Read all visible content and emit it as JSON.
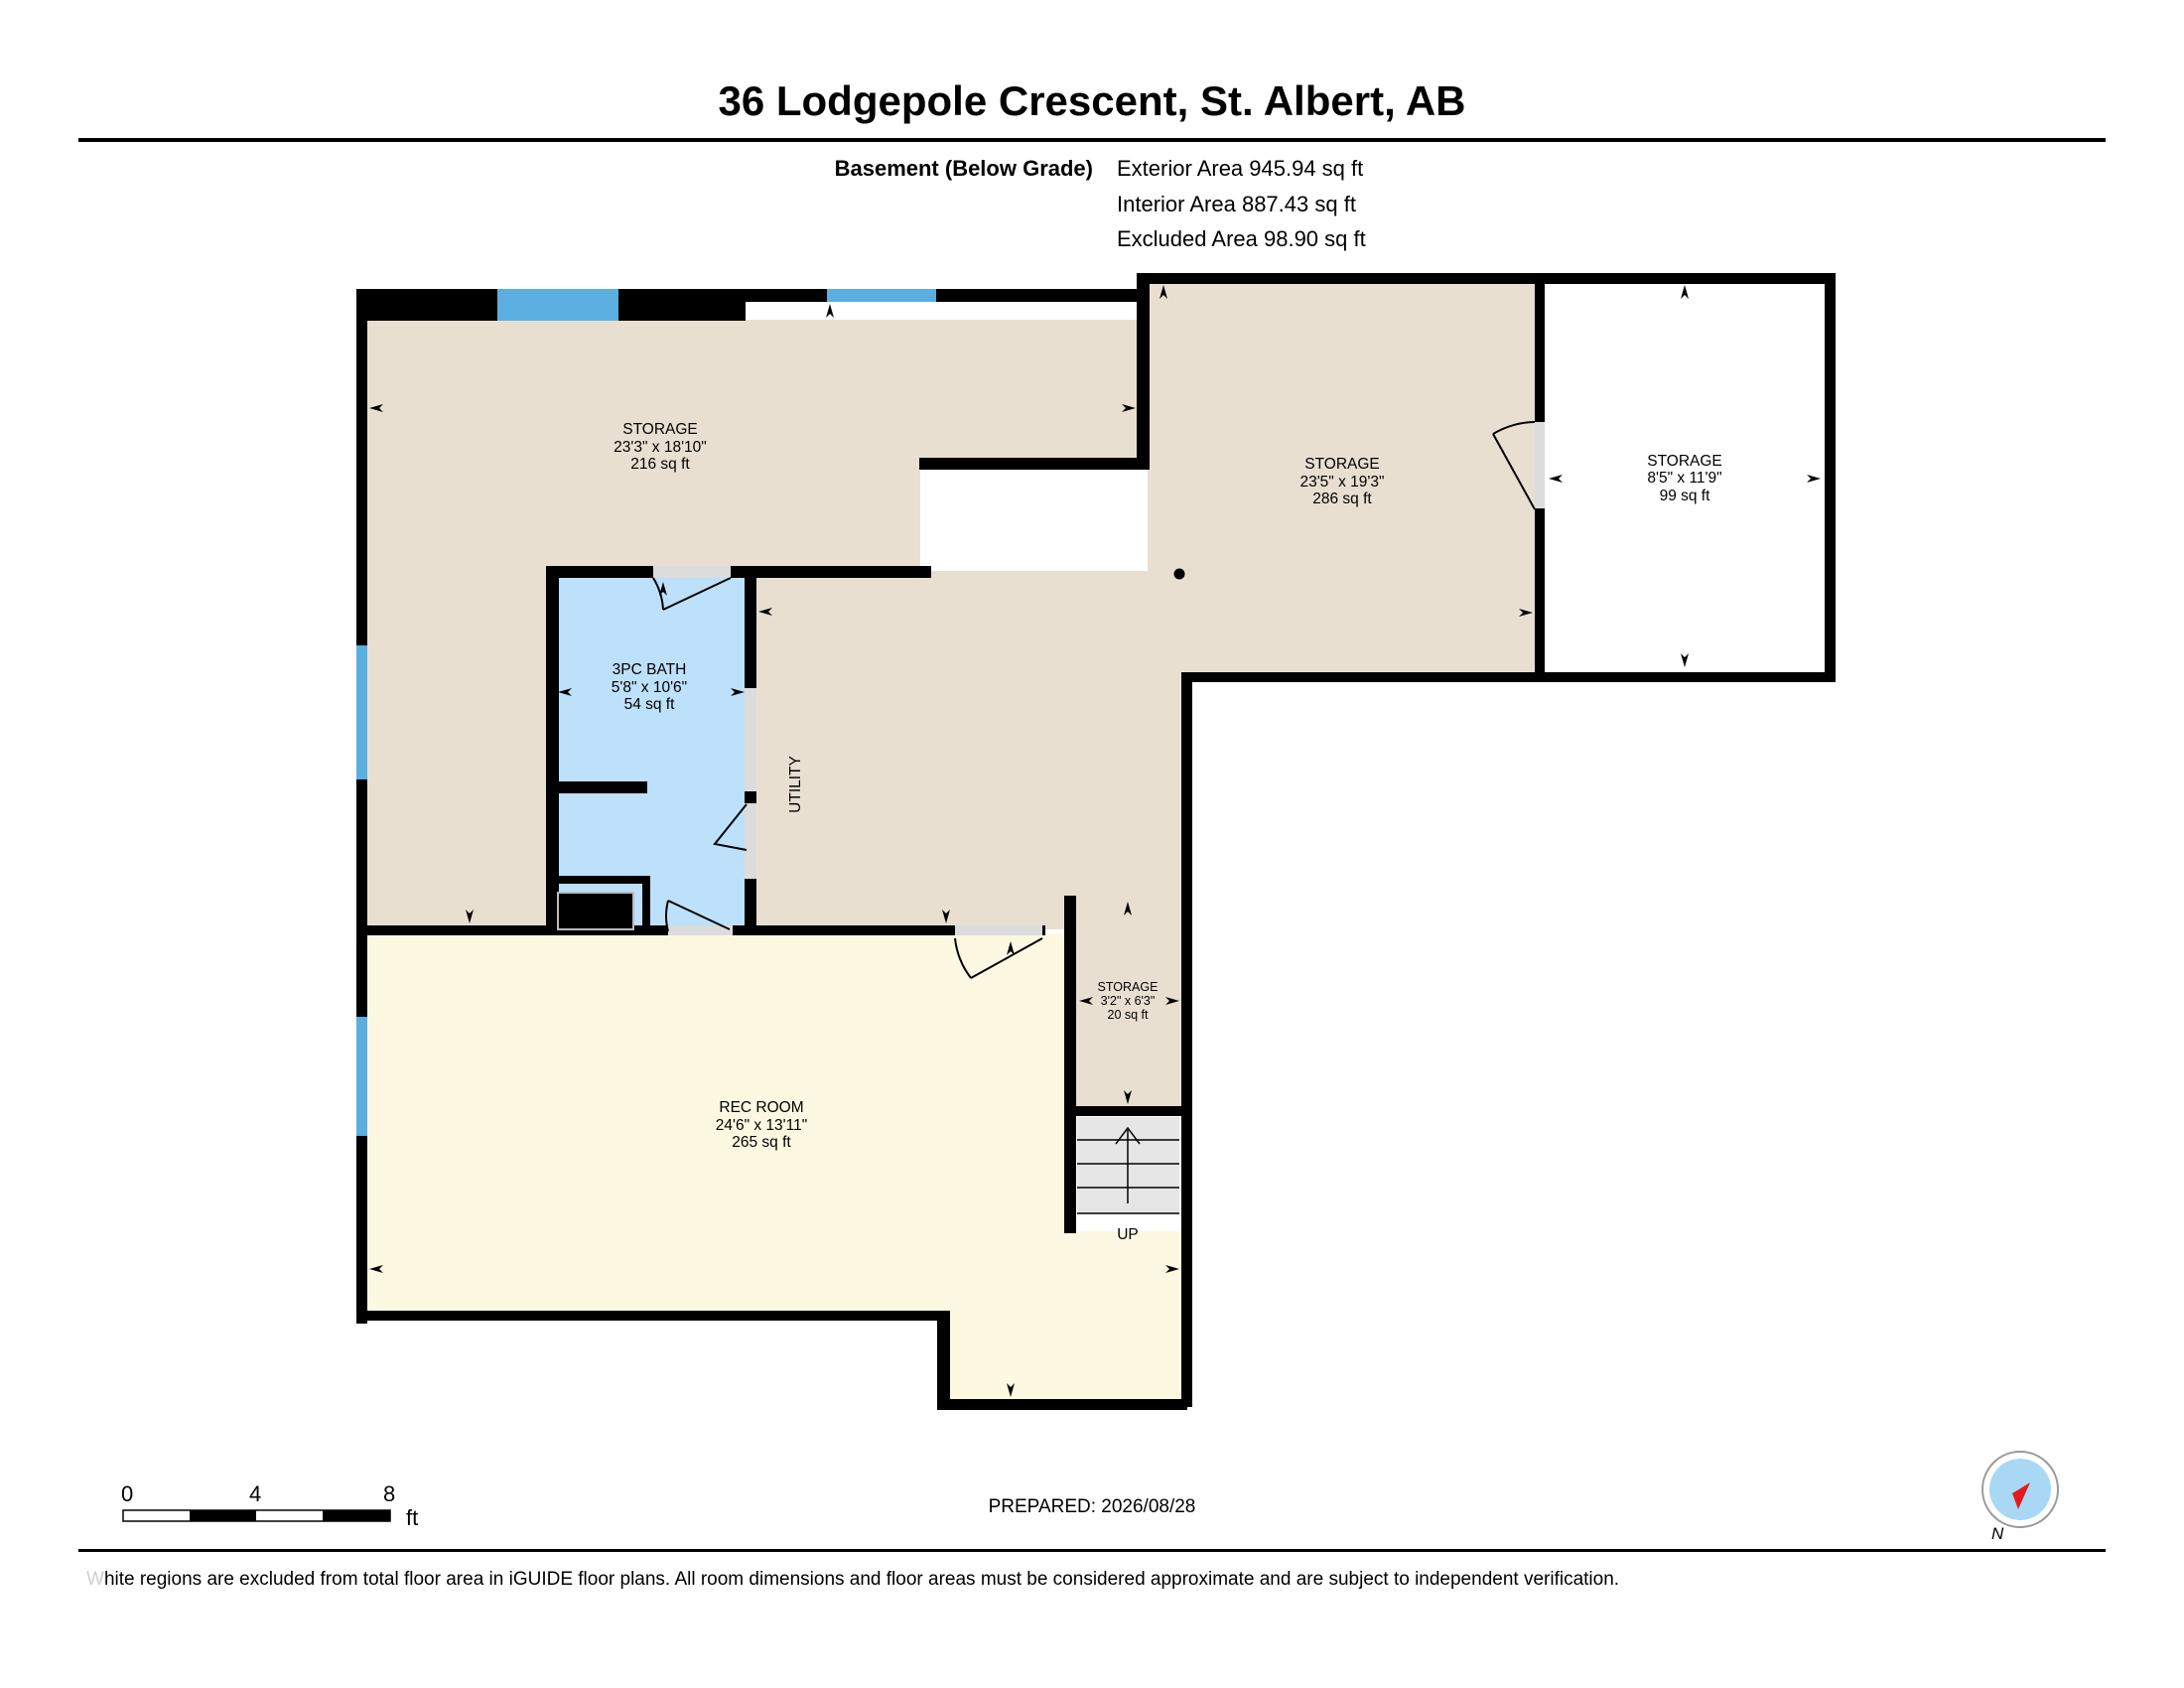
{
  "title": "36 Lodgepole Crescent, St. Albert, AB",
  "level": "Basement (Below Grade)",
  "areas": {
    "exterior": "Exterior Area 945.94 sq ft",
    "interior": "Interior Area 887.43 sq ft",
    "excluded": "Excluded Area 98.90 sq ft"
  },
  "rooms": {
    "storage_nw": {
      "name": "STORAGE",
      "dims": "23'3\" x 18'10\"",
      "area": "216 sq ft"
    },
    "storage_ne": {
      "name": "STORAGE",
      "dims": "23'5\" x 19'3\"",
      "area": "286 sq ft"
    },
    "storage_excluded": {
      "name": "STORAGE",
      "dims": "8'5\" x 11'9\"",
      "area": "99 sq ft"
    },
    "bath": {
      "name": "3PC BATH",
      "dims": "5'8\" x 10'6\"",
      "area": "54 sq ft"
    },
    "utility": {
      "name": "UTILITY"
    },
    "storage_small": {
      "name": "STORAGE",
      "dims": "3'2\" x 6'3\"",
      "area": "20 sq ft"
    },
    "rec_room": {
      "name": "REC ROOM",
      "dims": "24'6\" x 13'11\"",
      "area": "265 sq ft"
    },
    "stairs": {
      "label": "UP"
    }
  },
  "scale": {
    "ticks": [
      "0",
      "4",
      "8"
    ],
    "unit": "ft"
  },
  "prepared": "PREPARED: 2026/08/28",
  "compass": {
    "label": "N",
    "icon": "compass-icon"
  },
  "disclaimer": "hite regions are excluded from total floor area in iGUIDE floor plans. All room dimensions and floor areas must be considered approximate and are subject to independent verification.",
  "colors": {
    "storage_fill": "#e8dfd1",
    "bath_fill": "#bde0fb",
    "rec_fill": "#fdf8e2",
    "window": "#5aaee0",
    "wall": "#000000",
    "compass_fill": "#a9d8f5",
    "compass_needle": "#e31b1b"
  }
}
